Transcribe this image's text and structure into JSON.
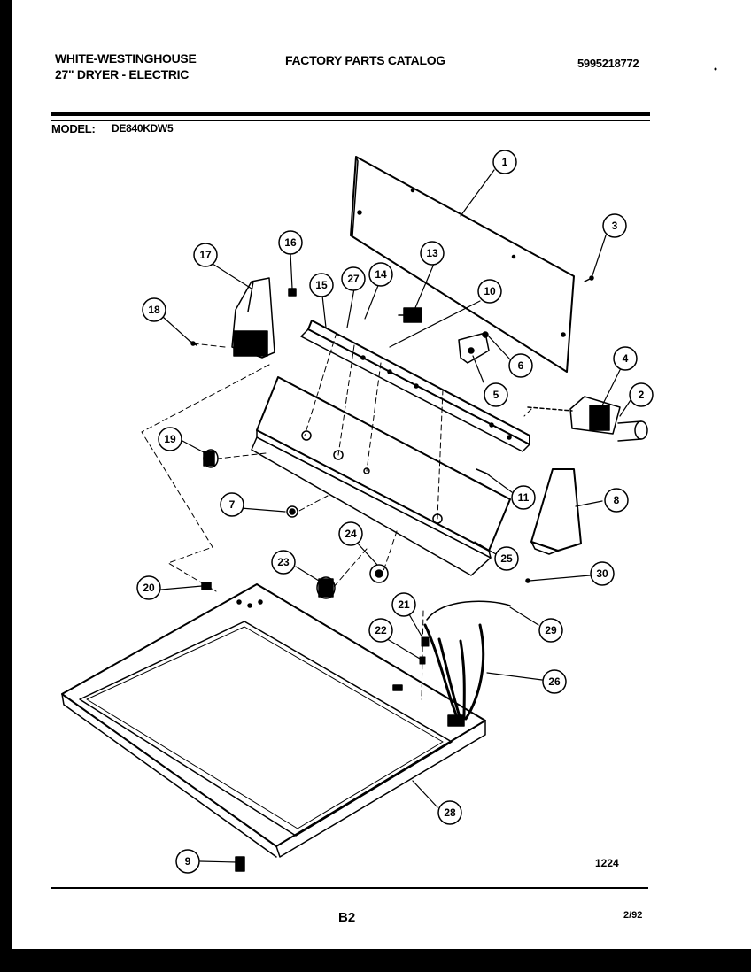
{
  "header": {
    "brand_line1": "WHITE-WESTINGHOUSE",
    "brand_line2": "27\" DRYER - ELECTRIC",
    "catalog_title": "FACTORY PARTS CATALOG",
    "catalog_number": "5995218772",
    "model_label": "MODEL:",
    "model_value": "DE840KDW5"
  },
  "footer": {
    "diagram_code": "1224",
    "page": "B2",
    "date": "2/92"
  },
  "callouts": [
    {
      "id": "1",
      "label": "1"
    },
    {
      "id": "2",
      "label": "2"
    },
    {
      "id": "3",
      "label": "3"
    },
    {
      "id": "4",
      "label": "4"
    },
    {
      "id": "5",
      "label": "5"
    },
    {
      "id": "6",
      "label": "6"
    },
    {
      "id": "7",
      "label": "7"
    },
    {
      "id": "8",
      "label": "8"
    },
    {
      "id": "9",
      "label": "9"
    },
    {
      "id": "10",
      "label": "10"
    },
    {
      "id": "11",
      "label": "11"
    },
    {
      "id": "13",
      "label": "13"
    },
    {
      "id": "14",
      "label": "14"
    },
    {
      "id": "15",
      "label": "15"
    },
    {
      "id": "16",
      "label": "16"
    },
    {
      "id": "17",
      "label": "17"
    },
    {
      "id": "18",
      "label": "18"
    },
    {
      "id": "19",
      "label": "19"
    },
    {
      "id": "20",
      "label": "20"
    },
    {
      "id": "21",
      "label": "21"
    },
    {
      "id": "22",
      "label": "22"
    },
    {
      "id": "23",
      "label": "23"
    },
    {
      "id": "24",
      "label": "24"
    },
    {
      "id": "25",
      "label": "25"
    },
    {
      "id": "26",
      "label": "26"
    },
    {
      "id": "27",
      "label": "27"
    },
    {
      "id": "28",
      "label": "28"
    },
    {
      "id": "29",
      "label": "29"
    },
    {
      "id": "30",
      "label": "30"
    }
  ]
}
